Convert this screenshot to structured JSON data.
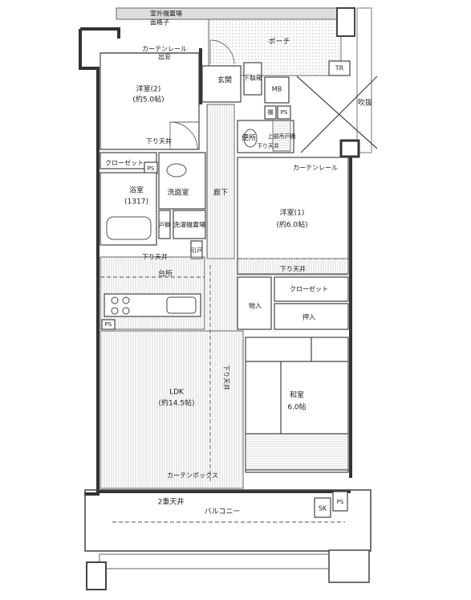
{
  "rooms": {
    "outdoor_unit": "室外機置場",
    "lattice": "面格子",
    "porch": "ポーチ",
    "curtain_rail_top": "カーテンレール",
    "bay_window": "出窓",
    "western2_name": "洋室(2)",
    "western2_size": "(約5.0帖)",
    "entrance": "玄関",
    "shoe_box": "下駄箱",
    "mb": "MB",
    "tr": "TR",
    "fukinuke": "吹抜",
    "storage_small": "棚",
    "ps_a": "PS",
    "toilet": "便所",
    "upper_cabinet": "上部吊戸棚",
    "lowered_ceiling_toilet": "下り天井",
    "lowered_ceiling_1": "下り天井",
    "closet_w2": "クローゼット",
    "ps_b": "PS",
    "bath_name": "浴室",
    "bath_size": "(1317)",
    "washroom": "洗面室",
    "hallway": "廊下",
    "door_shelf": "戸棚",
    "laundry": "洗濯機置場",
    "curtain_rail_mid": "カーテンレール",
    "western1_name": "洋室(1)",
    "western1_size": "(約6.0帖)",
    "sliding": "引戸",
    "lowered_ceiling_2": "下り天井",
    "lowered_ceiling_3": "下り天井",
    "kitchen": "台所",
    "closet_w1": "クローゼット",
    "storage": "物入",
    "oshiire": "押入",
    "ps_c": "PS",
    "lowered_ceiling_4": "下り天井",
    "ldk_name": "LDK",
    "ldk_size": "(約14.5帖)",
    "washitsu_name": "和室",
    "washitsu_size": "6.0帖",
    "curtain_box": "カーテンボックス",
    "double_ceiling": "2重天井",
    "balcony": "バルコニー",
    "sk": "SK",
    "ps_d": "PS"
  }
}
